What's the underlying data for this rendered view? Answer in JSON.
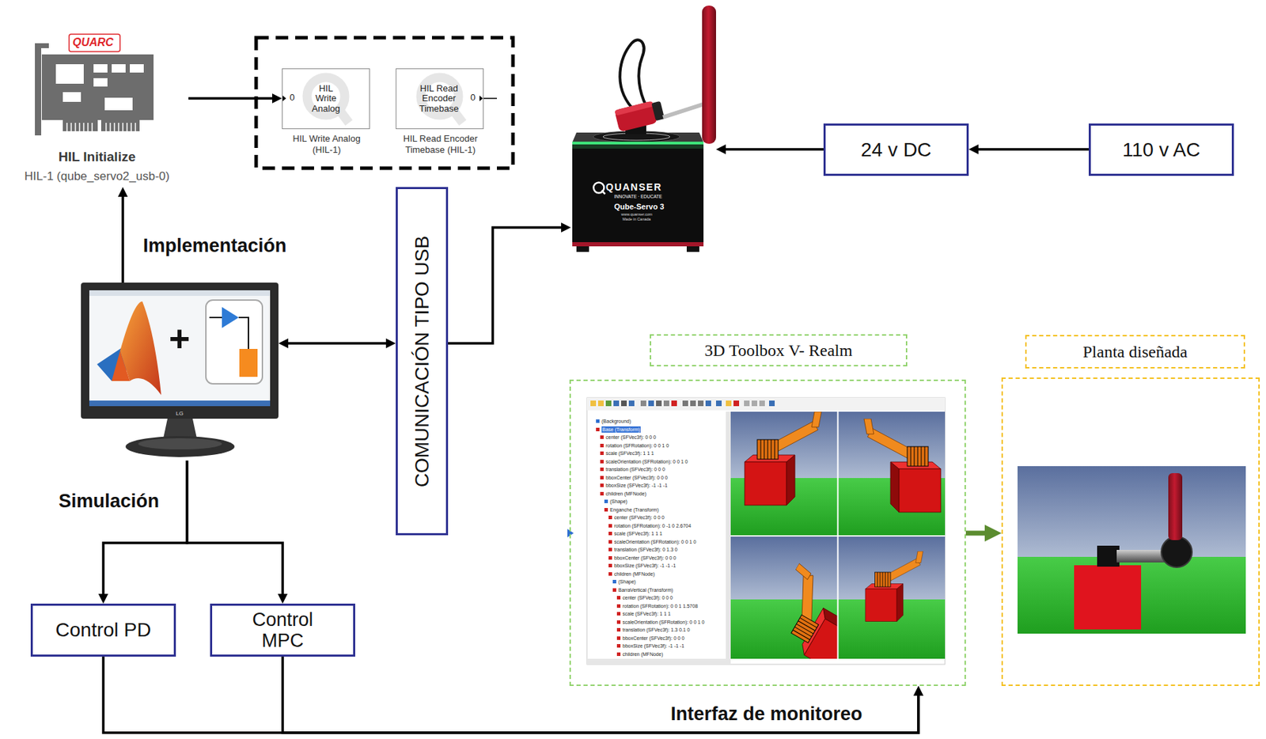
{
  "diagram": {
    "nodes": [
      {
        "text": [
          "QUARC",
          "HIL Initialize",
          "HIL-1 (qube_servo2_usb-0)"
        ]
      },
      {
        "text": [
          "0",
          "HIL Write Analog",
          "HIL Write Analog (HIL-1)"
        ]
      },
      {
        "text": [
          "HIL Read Encoder Timebase",
          "0",
          "HIL Read Encoder Timebase (HIL-1)"
        ]
      },
      {
        "text": [
          "QUANSER",
          "INNOVATE · EDUCATE",
          "Qube-Servo 3",
          "www.quanser.com",
          "Made in Canada"
        ]
      },
      {
        "text": [
          "24 v DC"
        ]
      },
      {
        "text": [
          "110 v AC"
        ]
      },
      {
        "text": [
          "+",
          "LG"
        ]
      },
      {
        "text": [
          "COMUNICACIÓN TIPO USB"
        ]
      },
      {
        "text": [
          "Control PD"
        ]
      },
      {
        "text": [
          "Control MPC"
        ]
      },
      {
        "text": [
          "3D Toolbox V- Realm",
          "(Background)",
          "Base (Transform)",
          "center (SFVec3f): 0 0 0",
          "rotation (SFRotation): 0 0 1 0",
          "scale (SFVec3f): 1 1 1",
          "scaleOrientation (SFRotation): 0 0 1 0",
          "translation (SFVec3f): 0 0 0",
          "bboxCenter (SFVec3f): 0 0 0",
          "bboxSize (SFVec3f): -1 -1 -1",
          "children (MFNode)",
          "(Shape)",
          "Enganche (Transform)",
          "center (SFVec3f): 0 0 0",
          "rotation (SFRotation): 0 -1 0 2.6704",
          "scale (SFVec3f): 1 1 1",
          "scaleOrientation (SFRotation): 0 0 1 0",
          "translation (SFVec3f): 0 1.3 0",
          "bboxCenter (SFVec3f): 0 0 0",
          "bboxSize (SFVec3f): -1 -1 -1",
          "children (MFNode)",
          "(Shape)",
          "BarraVertical (Transform)",
          "center (SFVec3f): 0 0 0",
          "rotation (SFRotation): 0 0 1 1.5708",
          "scale (SFVec3f): 1 1 1",
          "scaleOrientation (SFRotation): 0 0 1 0",
          "translation (SFVec3f): 1.3 0.1 0",
          "bboxCenter (SFVec3f): 0 0 0",
          "bboxSize (SFVec3f): -1 -1 -1",
          "children (MFNode)"
        ]
      },
      {
        "text": [
          "Planta diseñada"
        ]
      }
    ],
    "edges": [
      {
        "from": 0,
        "to": 1,
        "arrow": "to"
      },
      {
        "from": 6,
        "to": 0,
        "label": "Implementación",
        "arrow": "to"
      },
      {
        "from": 6,
        "to": 7,
        "arrow": "both"
      },
      {
        "from": 7,
        "to": 3,
        "arrow": "to"
      },
      {
        "from": 5,
        "to": 4,
        "arrow": "to"
      },
      {
        "from": 4,
        "to": 3,
        "arrow": "to"
      },
      {
        "from": 6,
        "to": 8,
        "arrow": "to"
      },
      {
        "from": 6,
        "to": 9,
        "arrow": "to"
      },
      {
        "from": 8,
        "to": 10,
        "label": "Interfaz de monitoreo",
        "arrow": "to"
      },
      {
        "from": 9,
        "to": 10,
        "arrow": "to"
      },
      {
        "from": 10,
        "to": 11,
        "arrow": "to"
      }
    ],
    "labels": [
      "Simulación"
    ]
  }
}
